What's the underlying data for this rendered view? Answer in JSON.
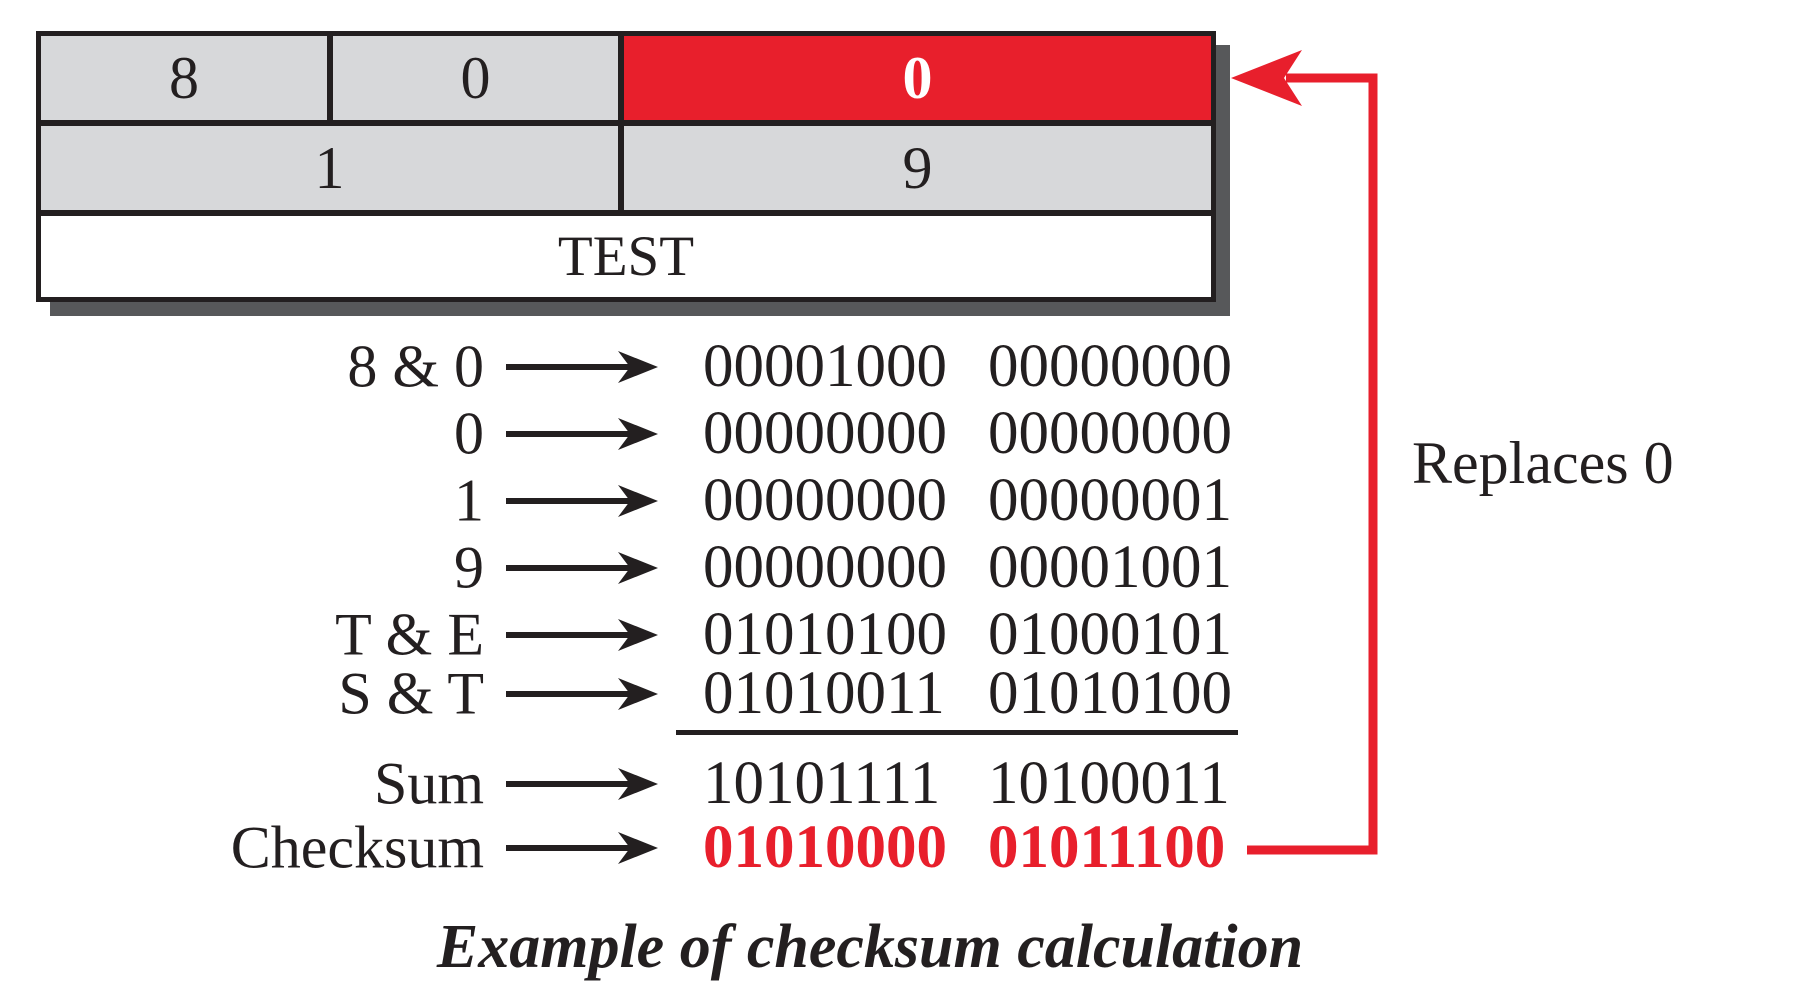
{
  "colors": {
    "red": "#e81f2c",
    "cell_gray": "#d7d8da",
    "shadow_gray": "#57585a",
    "ink": "#231f20"
  },
  "packet_table": {
    "row1": {
      "cell1": "8",
      "cell2": "0",
      "cell3": "0"
    },
    "row2": {
      "cell1": "1",
      "cell2": "9"
    },
    "row3": {
      "cell1": "TEST"
    },
    "highlighted_cell": "row1.cell3"
  },
  "calc": {
    "rows": [
      {
        "label": "8 & 0",
        "octet1": "00001000",
        "octet2": "00000000"
      },
      {
        "label": "0",
        "octet1": "00000000",
        "octet2": "00000000"
      },
      {
        "label": "1",
        "octet1": "00000000",
        "octet2": "00000001"
      },
      {
        "label": "9",
        "octet1": "00000000",
        "octet2": "00001001"
      },
      {
        "label": "T & E",
        "octet1": "01010100",
        "octet2": "01000101"
      },
      {
        "label": "S & T",
        "octet1": "01010011",
        "octet2": "01010100"
      }
    ],
    "sum": {
      "label": "Sum",
      "octet1": "10101111",
      "octet2": "10100011"
    },
    "checksum": {
      "label": "Checksum",
      "octet1": "01010000",
      "octet2": "01011100"
    }
  },
  "annotation": {
    "replaces_label": "Replaces 0"
  },
  "caption": "Example of checksum calculation"
}
